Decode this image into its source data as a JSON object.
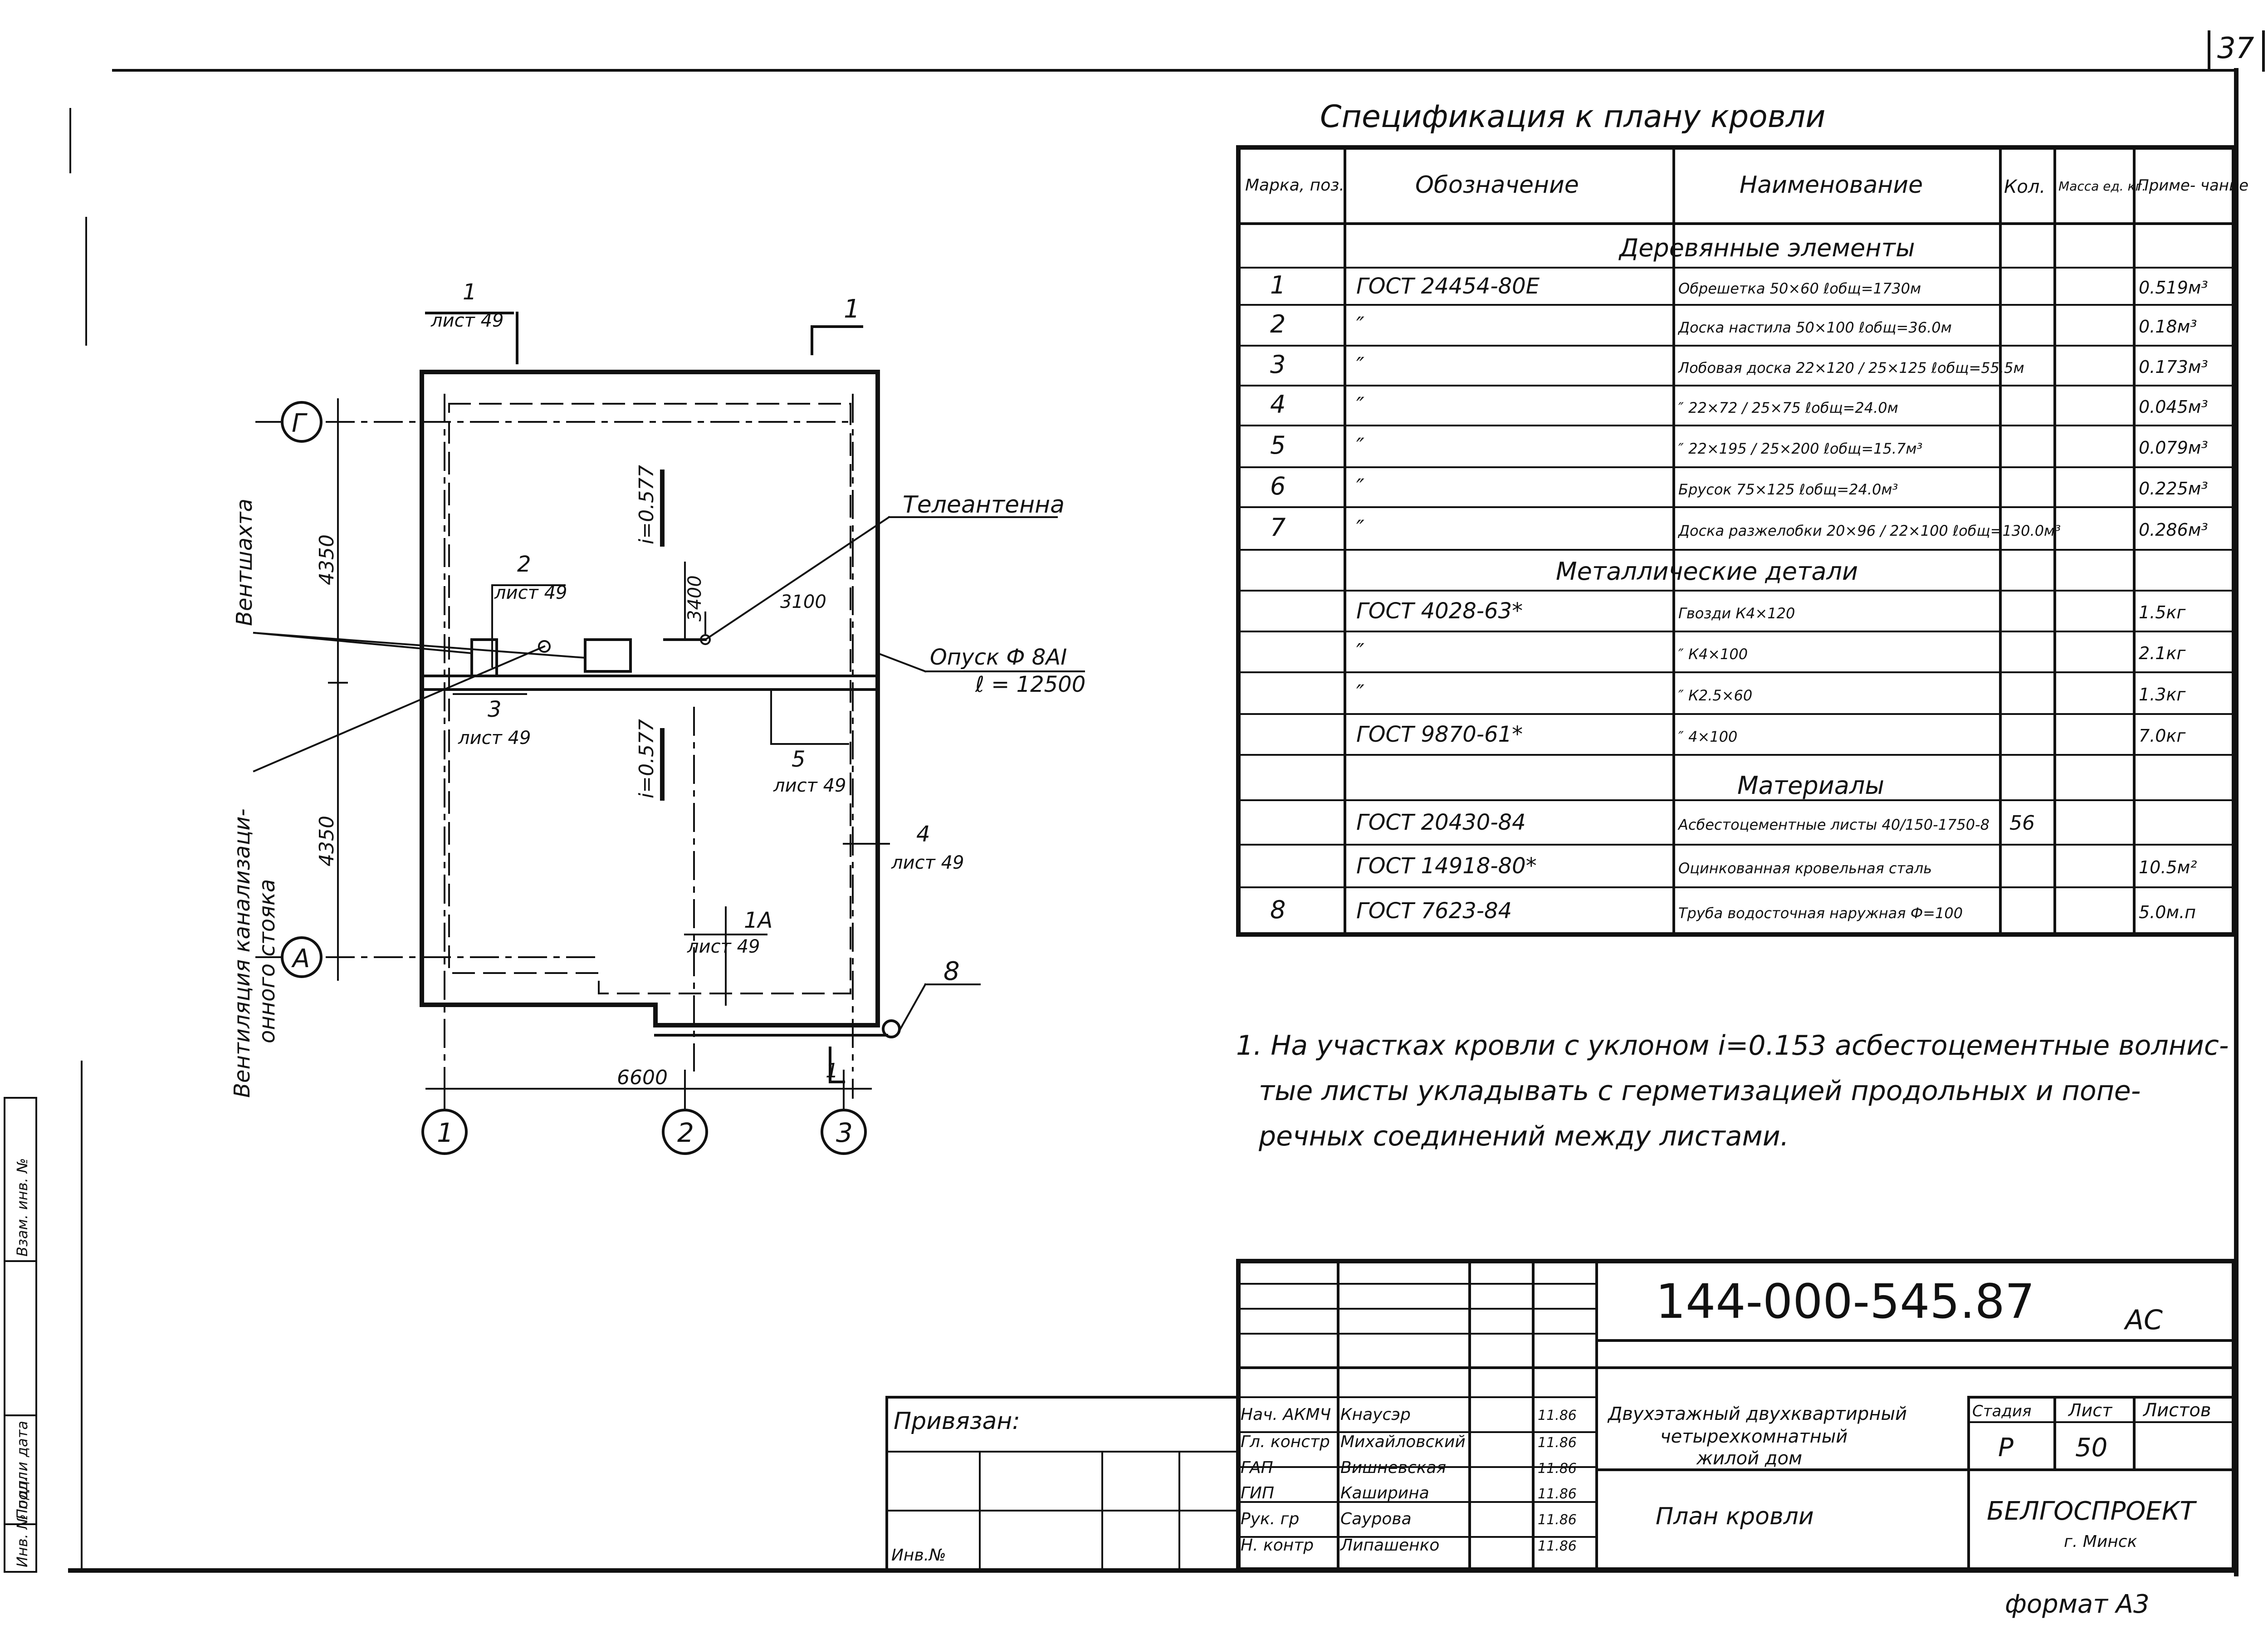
{
  "sheet_no": "37",
  "spec": {
    "title": "Спецификация к плану кровли",
    "headers": {
      "mark": "Марка, поз.",
      "designation": "Обозначение",
      "name": "Наименование",
      "qty": "Кол.",
      "mass": "Масса ед. кг.",
      "note": "Приме- чание"
    },
    "sections": {
      "wood": "Деревянные элементы",
      "metal": "Металлические детали",
      "materials": "Материалы"
    },
    "rows": [
      {
        "mark": "1",
        "des": "ГОСТ 24454-80Е",
        "name": "Обрешетка 50×60 ℓобщ=1730м",
        "qty": "",
        "mass": "",
        "note": "0.519м³"
      },
      {
        "mark": "2",
        "des": "″",
        "name": "Доска настила 50×100 ℓобщ=36.0м",
        "qty": "",
        "mass": "",
        "note": "0.18м³"
      },
      {
        "mark": "3",
        "des": "″",
        "name": "Лобовая доска 22×120 / 25×125 ℓобщ=55.5м",
        "qty": "",
        "mass": "",
        "note": "0.173м³"
      },
      {
        "mark": "4",
        "des": "″",
        "name": "″ 22×72 / 25×75 ℓобщ=24.0м",
        "qty": "",
        "mass": "",
        "note": "0.045м³"
      },
      {
        "mark": "5",
        "des": "″",
        "name": "″ 22×195 / 25×200 ℓобщ=15.7м³",
        "qty": "",
        "mass": "",
        "note": "0.079м³"
      },
      {
        "mark": "6",
        "des": "″",
        "name": "Брусок 75×125 ℓобщ=24.0м³",
        "qty": "",
        "mass": "",
        "note": "0.225м³"
      },
      {
        "mark": "7",
        "des": "″",
        "name": "Доска разжелобки 20×96 / 22×100 ℓобщ=130.0м³",
        "qty": "",
        "mass": "",
        "note": "0.286м³"
      },
      {
        "mark": "",
        "des": "ГОСТ 4028-63*",
        "name": "Гвозди К4×120",
        "qty": "",
        "mass": "",
        "note": "1.5кг"
      },
      {
        "mark": "",
        "des": "″",
        "name": "″ К4×100",
        "qty": "",
        "mass": "",
        "note": "2.1кг"
      },
      {
        "mark": "",
        "des": "″",
        "name": "″ К2.5×60",
        "qty": "",
        "mass": "",
        "note": "1.3кг"
      },
      {
        "mark": "",
        "des": "ГОСТ 9870-61*",
        "name": "″ 4×100",
        "qty": "",
        "mass": "",
        "note": "7.0кг"
      },
      {
        "mark": "",
        "des": "ГОСТ 20430-84",
        "name": "Асбестоцементные листы 40/150-1750-8",
        "qty": "56",
        "mass": "",
        "note": ""
      },
      {
        "mark": "",
        "des": "ГОСТ 14918-80*",
        "name": "Оцинкованная кровельная сталь",
        "qty": "",
        "mass": "",
        "note": "10.5м²"
      },
      {
        "mark": "8",
        "des": "ГОСТ 7623-84",
        "name": "Труба водосточная наружная Ф=100",
        "qty": "",
        "mass": "",
        "note": "5.0м.п"
      }
    ]
  },
  "note": {
    "line1": "1. На участках кровли с уклоном i=0.153 асбестоцементные волнис-",
    "line2": "тые листы укладывать с герметизацией продольных и попе-",
    "line3": "речных соединений между листами."
  },
  "plan": {
    "axes": {
      "a": "А",
      "g": "Г",
      "c1": "1",
      "c2": "2",
      "c3": "3"
    },
    "dims": {
      "d4350": "4350",
      "d4350b": "4350",
      "d6600": "6600",
      "d3100": "3100",
      "d3400": "3400"
    },
    "slope_top": "i=0.577",
    "slope_bottom": "i=0.577",
    "callouts": {
      "top_num": "1",
      "top_sheet": "лист 49",
      "c2_num": "2",
      "c2_sheet": "лист 49",
      "c3_num": "3",
      "c3_sheet": "лист 49",
      "c5_num": "5",
      "c5_sheet": "лист 49",
      "c4_num": "4",
      "c4_sheet": "лист 49",
      "c1a_num": "1А",
      "c1a_sheet": "лист 49",
      "sec_num": "1",
      "sec_bottom": "1",
      "pos8": "8"
    },
    "labels": {
      "antenna": "Телеантенна",
      "down1": "Опуск Ф 8АI",
      "down2": "ℓ = 12500",
      "vent_shaft": "Вентшахта",
      "vent_sewer1": "Вентиляция канализаци-",
      "vent_sewer2": "онного стояка"
    }
  },
  "stamp": {
    "code": "144-000-545.87",
    "code_suffix": "АС",
    "privyazan": "Привязан:",
    "inv": "Инв.№",
    "roles": [
      {
        "role": "Нач. АКМЧ",
        "name": "Кнаусэр",
        "date": "11.86"
      },
      {
        "role": "Гл. констр",
        "name": "Михайловский",
        "date": "11.86"
      },
      {
        "role": "ГАП",
        "name": "Вишневская",
        "date": "11.86"
      },
      {
        "role": "ГИП",
        "name": "Каширина",
        "date": "11.86"
      },
      {
        "role": "Рук. гр",
        "name": "Саурова",
        "date": "11.86"
      },
      {
        "role": "Н. контр",
        "name": "Липашенко",
        "date": "11.86"
      }
    ],
    "object1": "Двухэтажный двухквартирный",
    "object2": "четырехкомнатный",
    "object3": "жилой дом",
    "sheet_title": "План кровли",
    "stage_h": "Стадия",
    "list_h": "Лист",
    "lists_h": "Листов",
    "stage": "Р",
    "list": "50",
    "org1": "БЕЛГОСПРОЕКТ",
    "org2": "г. Минск",
    "format": "формат А3"
  },
  "side": {
    "c1": "Инв. № подл.",
    "c2": "Подп. и дата",
    "c3": "Взам. инв. №"
  }
}
